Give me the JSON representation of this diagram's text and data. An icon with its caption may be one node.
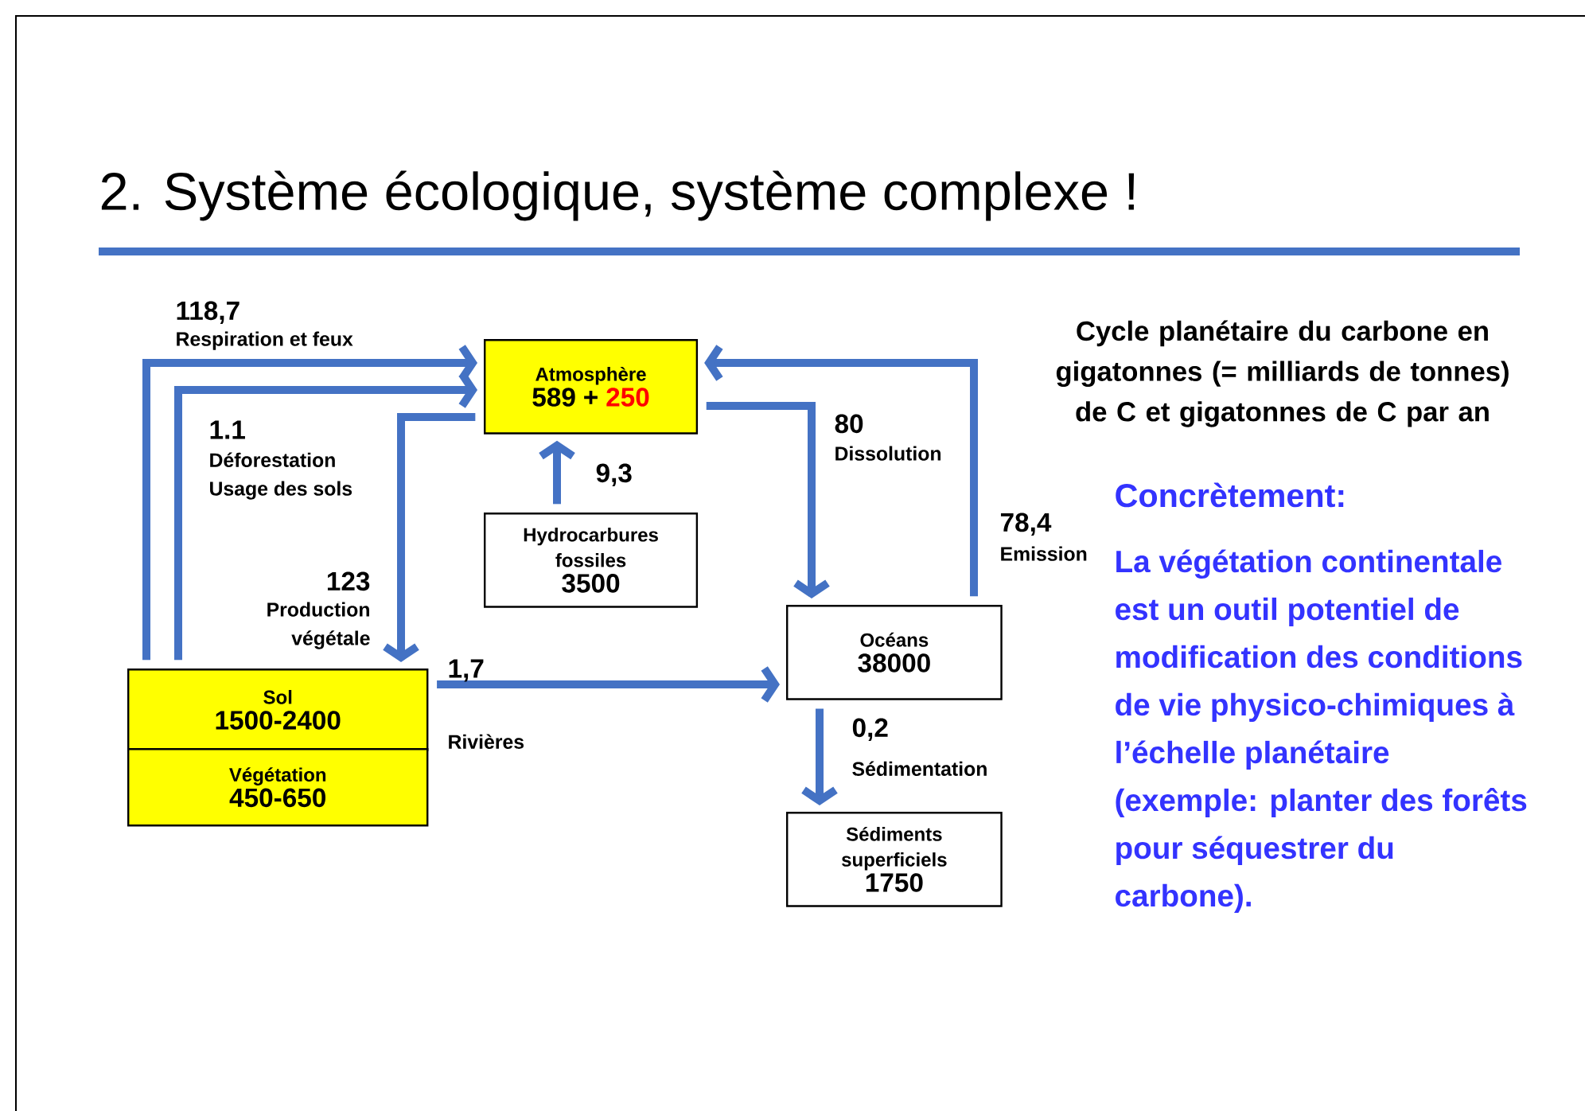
{
  "diagram": {
    "title": "2. Système écologique, système complexe !",
    "nodes": [
      {
        "text": [
          "Atmosphère",
          "589 +",
          "250"
        ]
      },
      {
        "text": [
          "Hydrocarbures fossiles",
          "3500"
        ]
      },
      {
        "text": [
          "Sol",
          "1500-2400"
        ]
      },
      {
        "text": [
          "Végétation",
          "450-650"
        ]
      },
      {
        "text": [
          "Océans",
          "38000"
        ]
      },
      {
        "text": [
          "Sédiments superficiels",
          "1750"
        ]
      }
    ],
    "edges": [
      {
        "from": 2,
        "to": 0,
        "arrow": "to",
        "label": "118,7"
      },
      {
        "from": 2,
        "to": 0,
        "arrow": "to",
        "label": "1.1"
      },
      {
        "from": 0,
        "to": 2,
        "arrow": "to",
        "label": "123"
      },
      {
        "from": 1,
        "to": 0,
        "arrow": "to",
        "label": "9,3"
      },
      {
        "from": 0,
        "to": 4,
        "arrow": "to",
        "label": "80"
      },
      {
        "from": 4,
        "to": 0,
        "arrow": "to",
        "label": "78,4"
      },
      {
        "from": 2,
        "to": 4,
        "arrow": "to",
        "label": "1,7"
      },
      {
        "from": 4,
        "to": 5,
        "arrow": "to",
        "label": "0,2"
      }
    ],
    "labels": [
      "Respiration et feux",
      "Déforestation",
      "Usage des sols",
      "Production végétale",
      "Dissolution",
      "Emission",
      "Rivières",
      "Sédimentation",
      "Cycle planétaire du carbone en gigatonnes (= milliards de tonnes) de C et gigatonnes de C par an",
      "Concrètement:",
      "La végétation continentale est un outil potentiel de modification des conditions de vie physico-chimiques à l’échelle planétaire (exemple: planter des forêts pour séquestrer du carbone)."
    ]
  }
}
